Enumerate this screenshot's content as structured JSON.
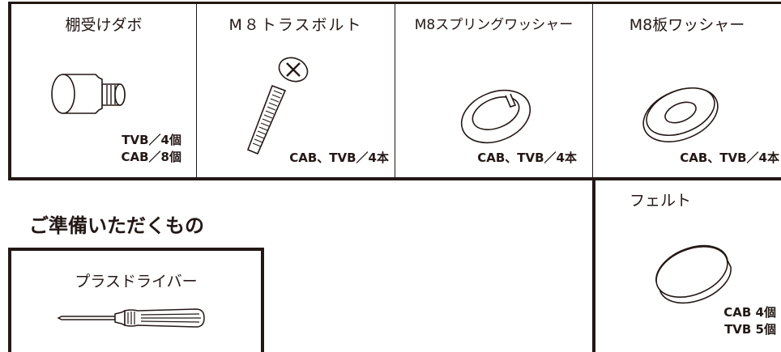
{
  "parts": [
    {
      "title": "棚受けダボ",
      "qty_lines": [
        "TVB／4個",
        "CAB／8個"
      ],
      "icon": "shelf-dowel-icon"
    },
    {
      "title": "M８トラスボルト",
      "qty_lines": [
        "CAB、TVB／4本"
      ],
      "icon": "truss-bolt-icon"
    },
    {
      "title": "M8スプリングワッシャー",
      "qty_lines": [
        "CAB、TVB／4本"
      ],
      "icon": "spring-washer-icon"
    },
    {
      "title": "M8板ワッシャー",
      "qty_lines": [
        "CAB、TVB／4本"
      ],
      "icon": "flat-washer-icon"
    }
  ],
  "felt": {
    "title": "フェルト",
    "qty_lines": [
      "CAB 4個",
      "TVB 5個"
    ],
    "icon": "felt-pad-icon"
  },
  "prepare": {
    "heading": "ご準備いただくもの",
    "tool": {
      "title": "プラスドライバー",
      "icon": "phillips-screwdriver-icon"
    }
  }
}
